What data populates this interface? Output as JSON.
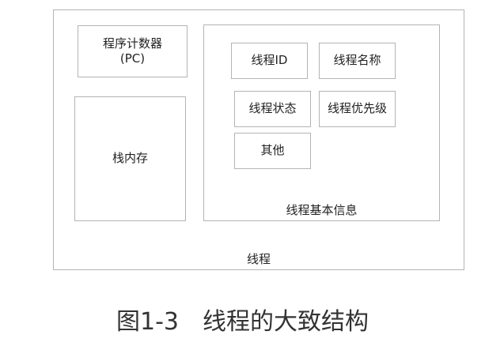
{
  "diagram": {
    "thread": {
      "label": "线程"
    },
    "program_counter": {
      "line1": "程序计数器",
      "line2": "(PC)"
    },
    "stack_memory": {
      "label": "栈内存"
    },
    "thread_info": {
      "label": "线程基本信息",
      "items": [
        "线程ID",
        "线程名称",
        "线程状态",
        "线程优先级",
        "其他"
      ]
    }
  },
  "caption": "图1-3　线程的大致结构"
}
